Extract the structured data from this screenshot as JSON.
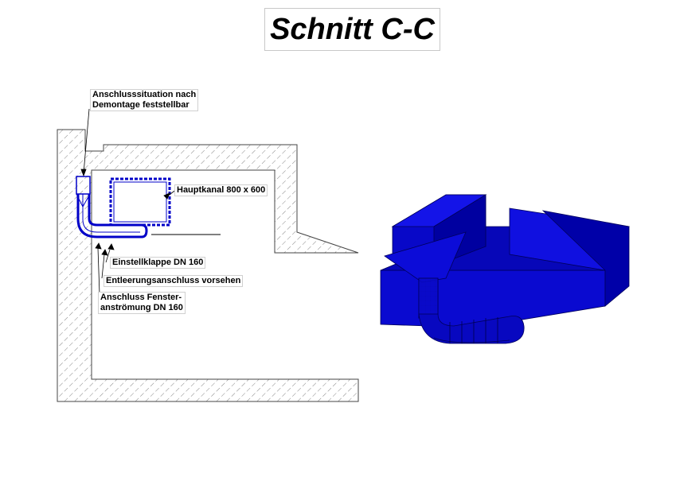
{
  "title": "Schnitt C-C",
  "labels": {
    "anschluss_line1": "Anschlusssituation nach",
    "anschluss_line2": "Demontage feststellbar",
    "hauptkanal": "Hauptkanal 800 x 600",
    "einstellklappe": "Einstellklappe DN 160",
    "entleerung": "Entleerungsanschluss vorsehen",
    "fenster_line1": "Anschluss Fenster-",
    "fenster_line2": "anströmung DN 160"
  },
  "colors": {
    "duct_blue": "#0000c8",
    "duct_dark": "#00008a",
    "hatch": "#555555",
    "line": "#000000"
  }
}
